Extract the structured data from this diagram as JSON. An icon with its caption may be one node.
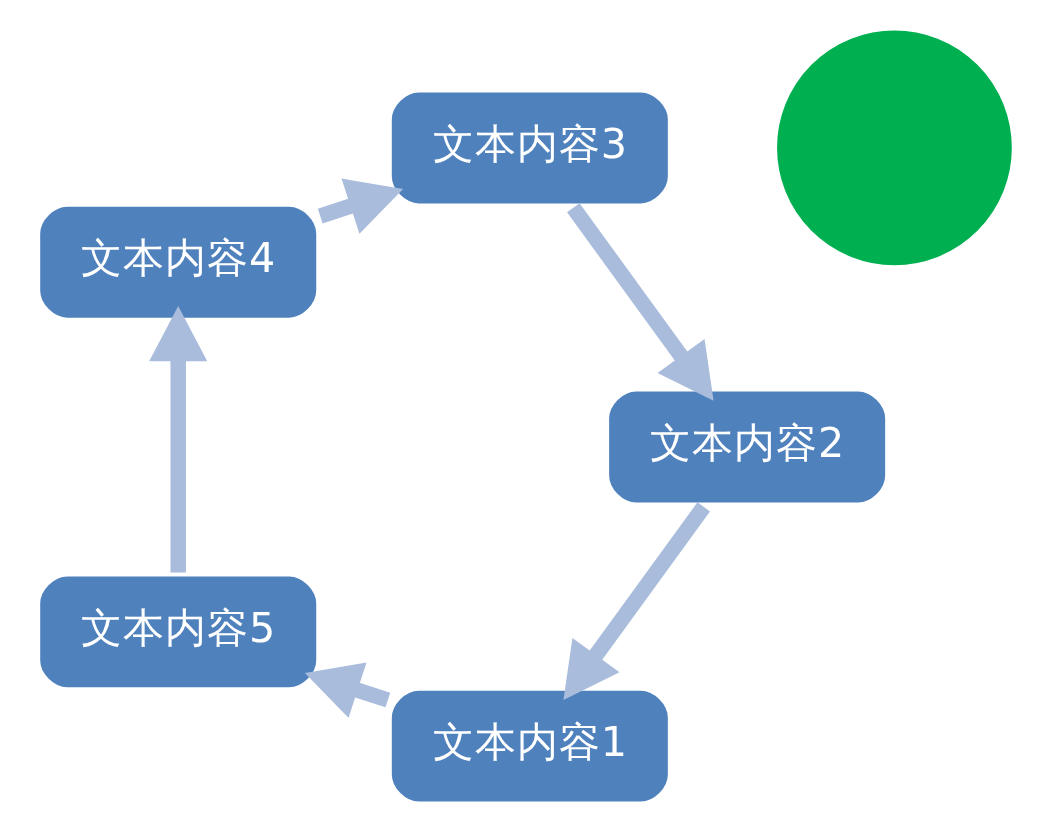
{
  "diagram": {
    "nodes": [
      {
        "text": [],
        "shape": "circle"
      },
      {
        "text": [
          "文本内容1"
        ]
      },
      {
        "text": [
          "文本内容2"
        ]
      },
      {
        "text": [
          "文本内容3"
        ]
      },
      {
        "text": [
          "文本内容4"
        ]
      },
      {
        "text": [
          "文本内容5"
        ]
      }
    ],
    "edges": [
      {
        "from": 1,
        "to": 5,
        "arrow": "to"
      },
      {
        "from": 5,
        "to": 4,
        "arrow": "to"
      },
      {
        "from": 4,
        "to": 3,
        "arrow": "to"
      },
      {
        "from": 3,
        "to": 2,
        "arrow": "to"
      },
      {
        "from": 2,
        "to": 1,
        "arrow": "to"
      }
    ]
  }
}
